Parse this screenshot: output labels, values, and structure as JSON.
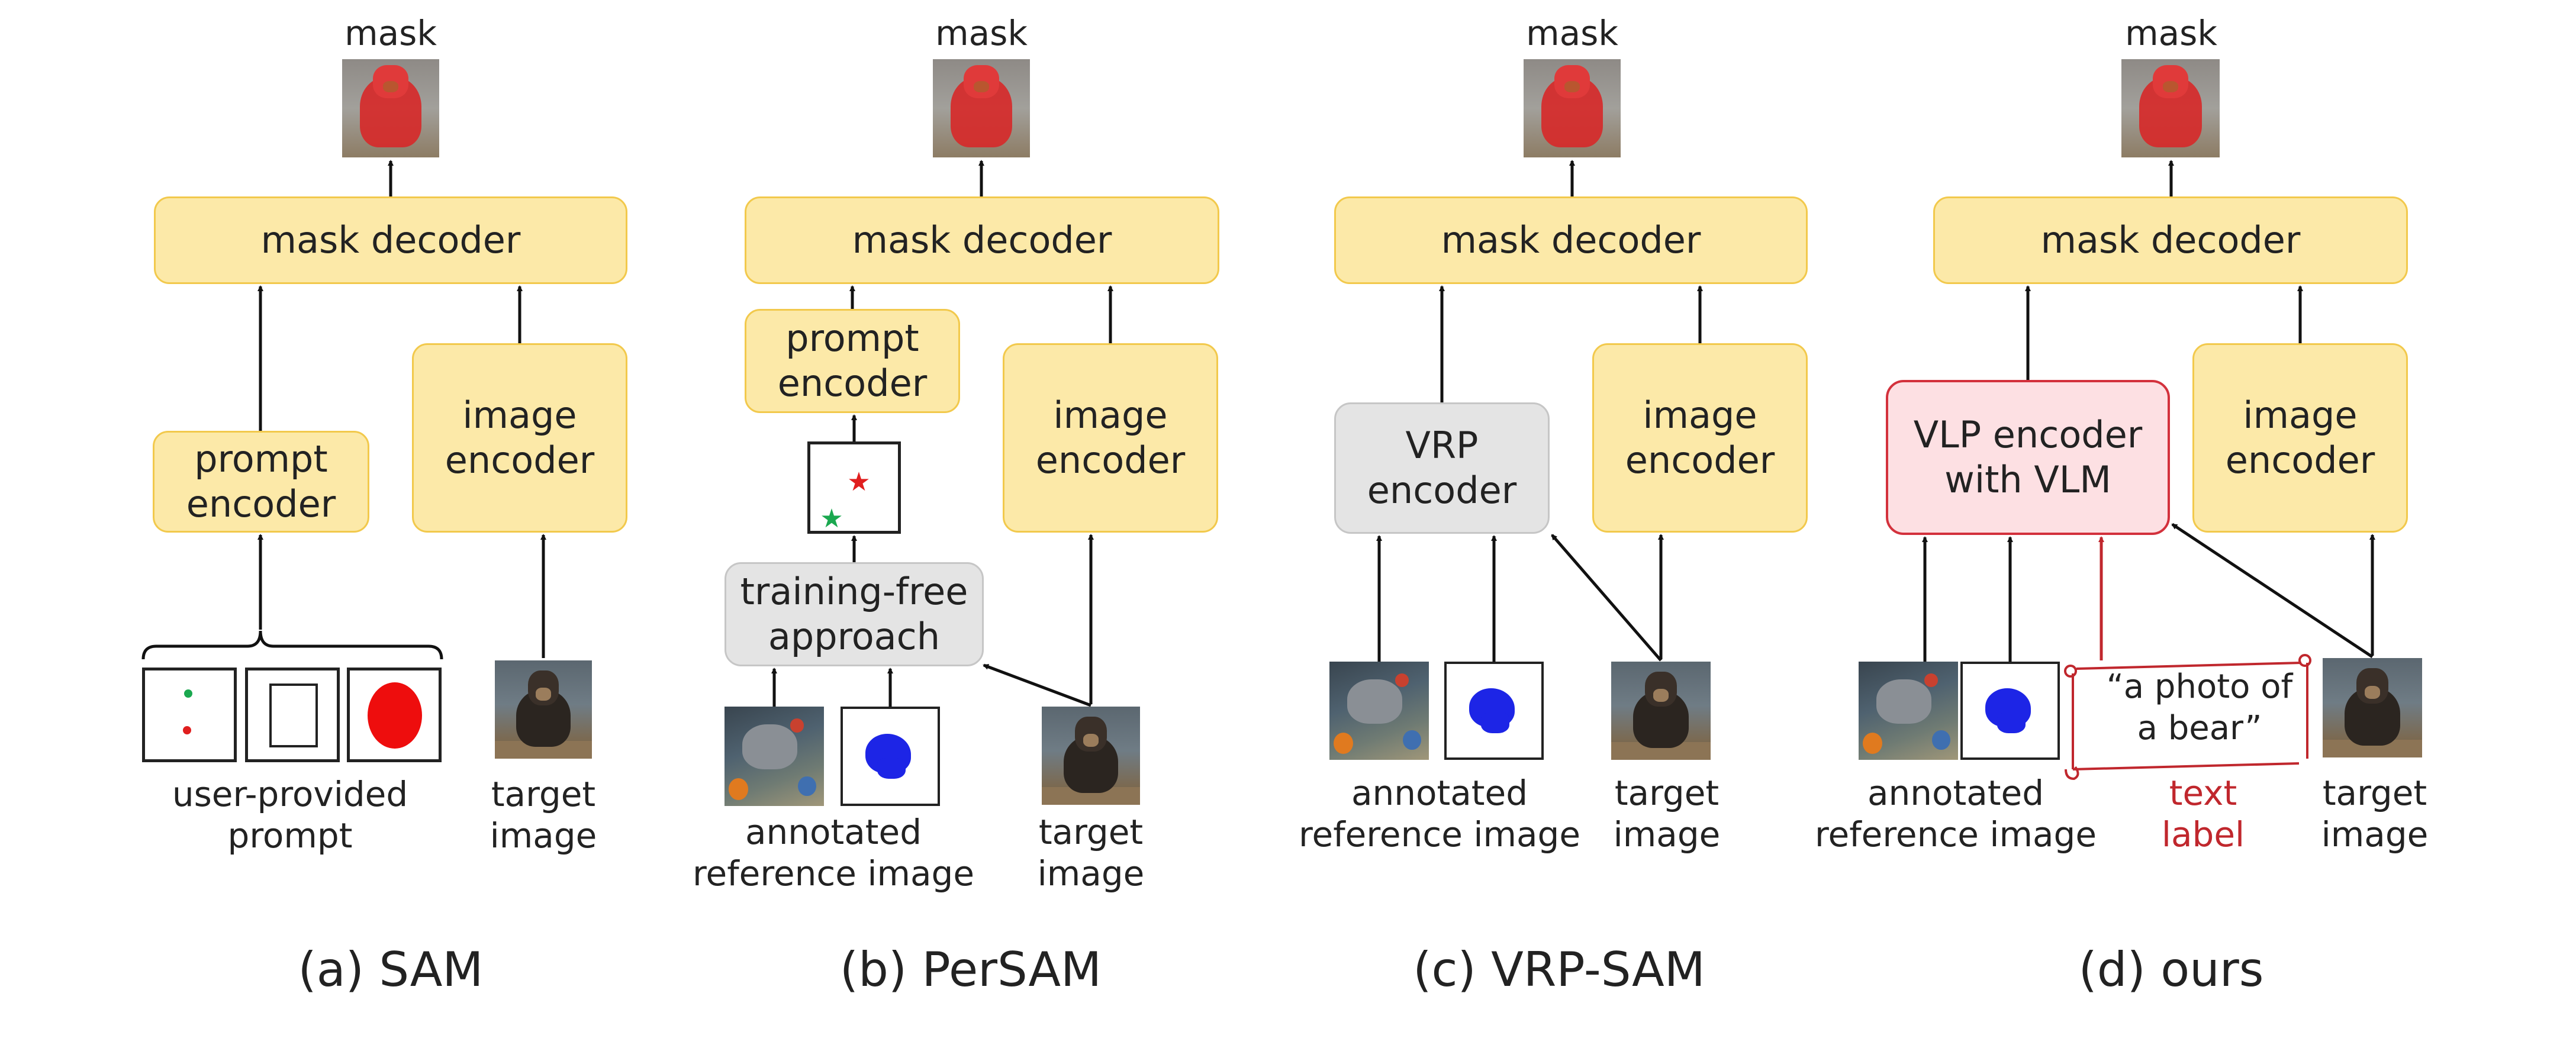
{
  "colors": {
    "module_fill": "#fce9a8",
    "module_border": "#f2c94c",
    "neutral_fill": "#e4e4e4",
    "ours_fill": "#fde0e3",
    "ours_border": "#d3313c",
    "text_label_color": "#c0272d",
    "point_red": "#e01e1e",
    "point_green": "#1aa84f",
    "mask_red": "#ee0d0d",
    "mask_blue": "#1d25e6"
  },
  "labels": {
    "mask": "mask",
    "mask_decoder": "mask decoder",
    "image_encoder": "image\nencoder",
    "prompt_encoder": "prompt\nencoder",
    "user_provided_prompt": "user-provided\nprompt",
    "target_image": "target\nimage",
    "training_free_approach": "training-free\napproach",
    "annotated_reference_image": "annotated\nreference image",
    "vrp_encoder": "VRP\nencoder",
    "vlp_encoder": "VLP encoder\nwith VLM",
    "text_prompt": "“a photo of\na bear”",
    "text_label": "text\nlabel"
  },
  "captions": {
    "sam": "(a) SAM",
    "persam": "(b) PerSAM",
    "vrp_sam": "(c) VRP-SAM",
    "ours": "(d) ours"
  }
}
